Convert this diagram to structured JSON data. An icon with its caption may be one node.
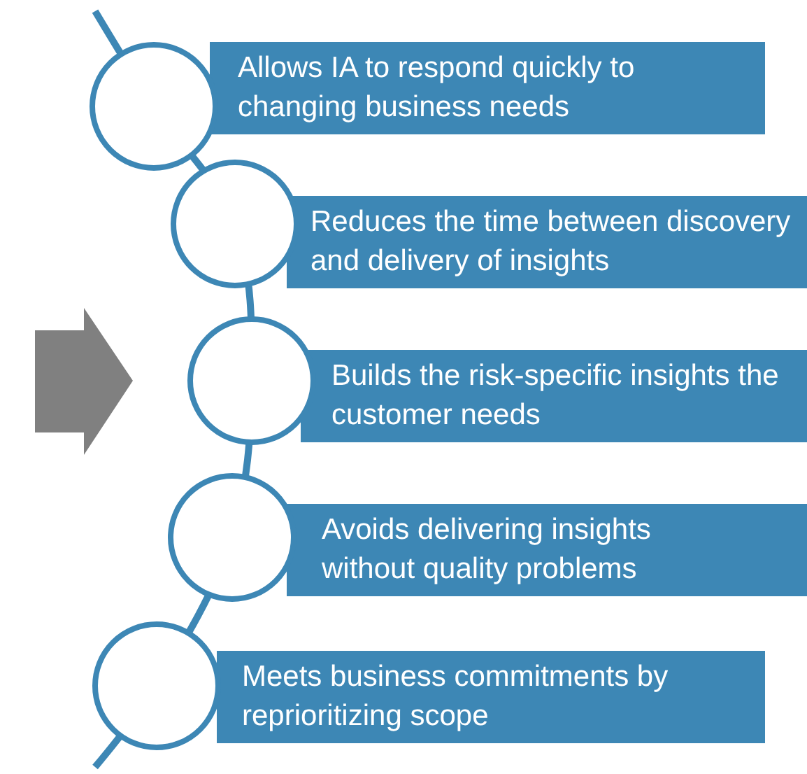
{
  "diagram": {
    "nodes": [
      {
        "text": [
          "Allows IA to respond quickly to changing business needs"
        ]
      },
      {
        "text": [
          "Reduces the time between discovery and delivery of insights"
        ]
      },
      {
        "text": [
          "Builds the risk-specific insights the customer needs"
        ]
      },
      {
        "text": [
          "Avoids delivering insights without quality problems"
        ]
      },
      {
        "text": [
          "Meets business commitments by reprioritizing scope"
        ]
      },
      {
        "text": [],
        "shape": "circle"
      },
      {
        "text": [],
        "shape": "circle"
      },
      {
        "text": [],
        "shape": "circle"
      },
      {
        "text": [],
        "shape": "circle"
      },
      {
        "text": [],
        "shape": "circle"
      }
    ]
  }
}
